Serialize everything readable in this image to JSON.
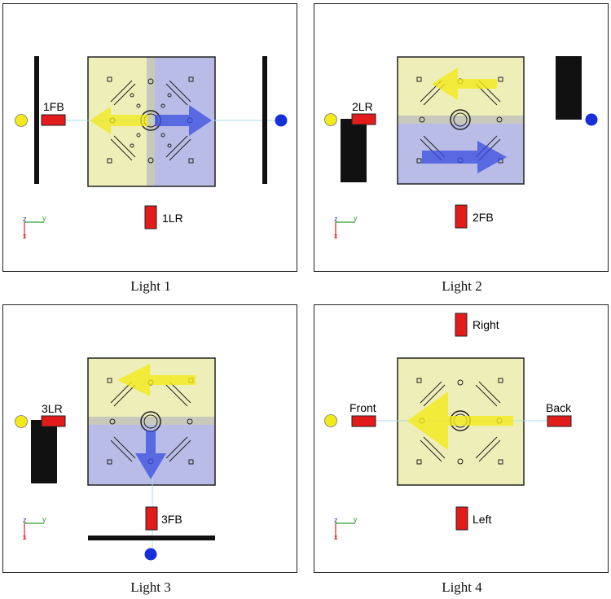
{
  "panels": [
    {
      "caption": "Light 1",
      "sensor_a": "1FB",
      "sensor_b": "1LR"
    },
    {
      "caption": "Light 2",
      "sensor_a": "2LR",
      "sensor_b": "2FB"
    },
    {
      "caption": "Light 3",
      "sensor_a": "3LR",
      "sensor_b": "3FB"
    },
    {
      "caption": "Light 4",
      "right": "Right",
      "back": "Back",
      "front": "Front",
      "left": "Left"
    }
  ],
  "axes": {
    "z": "z",
    "y": "y",
    "x": "x"
  },
  "colors": {
    "sensor": "#e41b1b",
    "yellow_light": "#f2ea1a",
    "blue_light": "#1530d9",
    "zone_yellow": "#eeeeb8",
    "zone_blue": "#b8bce6",
    "axis_green": "#2e9e2e",
    "axis_red": "#d22",
    "axis_blue": "#33a"
  }
}
